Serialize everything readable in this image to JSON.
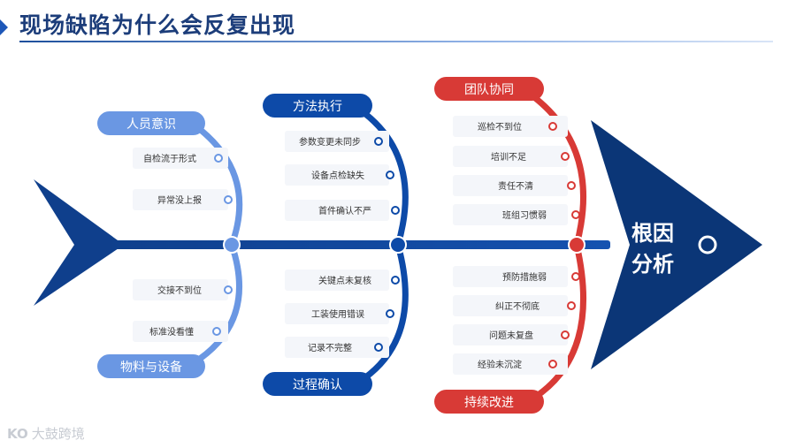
{
  "header": {
    "title": "现场缺陷为什么会反复出现"
  },
  "head_label": [
    "根因",
    "分析"
  ],
  "groups": [
    {
      "top_label": "人员意识",
      "top_items": [
        "自检流于形式",
        "异常没上报"
      ],
      "bottom_label": "物料与设备",
      "bottom_items": [
        "交接不到位",
        "标准没看懂"
      ],
      "color": "#6a97e3"
    },
    {
      "top_label": "方法执行",
      "top_items": [
        "参数变更未同步",
        "设备点检缺失",
        "首件确认不严"
      ],
      "bottom_label": "过程确认",
      "bottom_items": [
        "关键点未复核",
        "工装使用错误",
        "记录不完整"
      ],
      "color": "#0d4aa8"
    },
    {
      "top_label": "团队协同",
      "top_items": [
        "巡检不到位",
        "培训不足",
        "责任不清",
        "班组习惯弱"
      ],
      "bottom_label": "持续改进",
      "bottom_items": [
        "预防措施弱",
        "纠正不彻底",
        "问题未复盘",
        "经验未沉淀"
      ],
      "color": "#d83a36"
    }
  ],
  "colors": {
    "spine": "#0f3f8c",
    "head": "#0b3677",
    "accent_blue": "#0d4aa8",
    "accent_red": "#d83a36"
  },
  "watermark": {
    "logo": "KO",
    "text": "大鼓跨境"
  }
}
